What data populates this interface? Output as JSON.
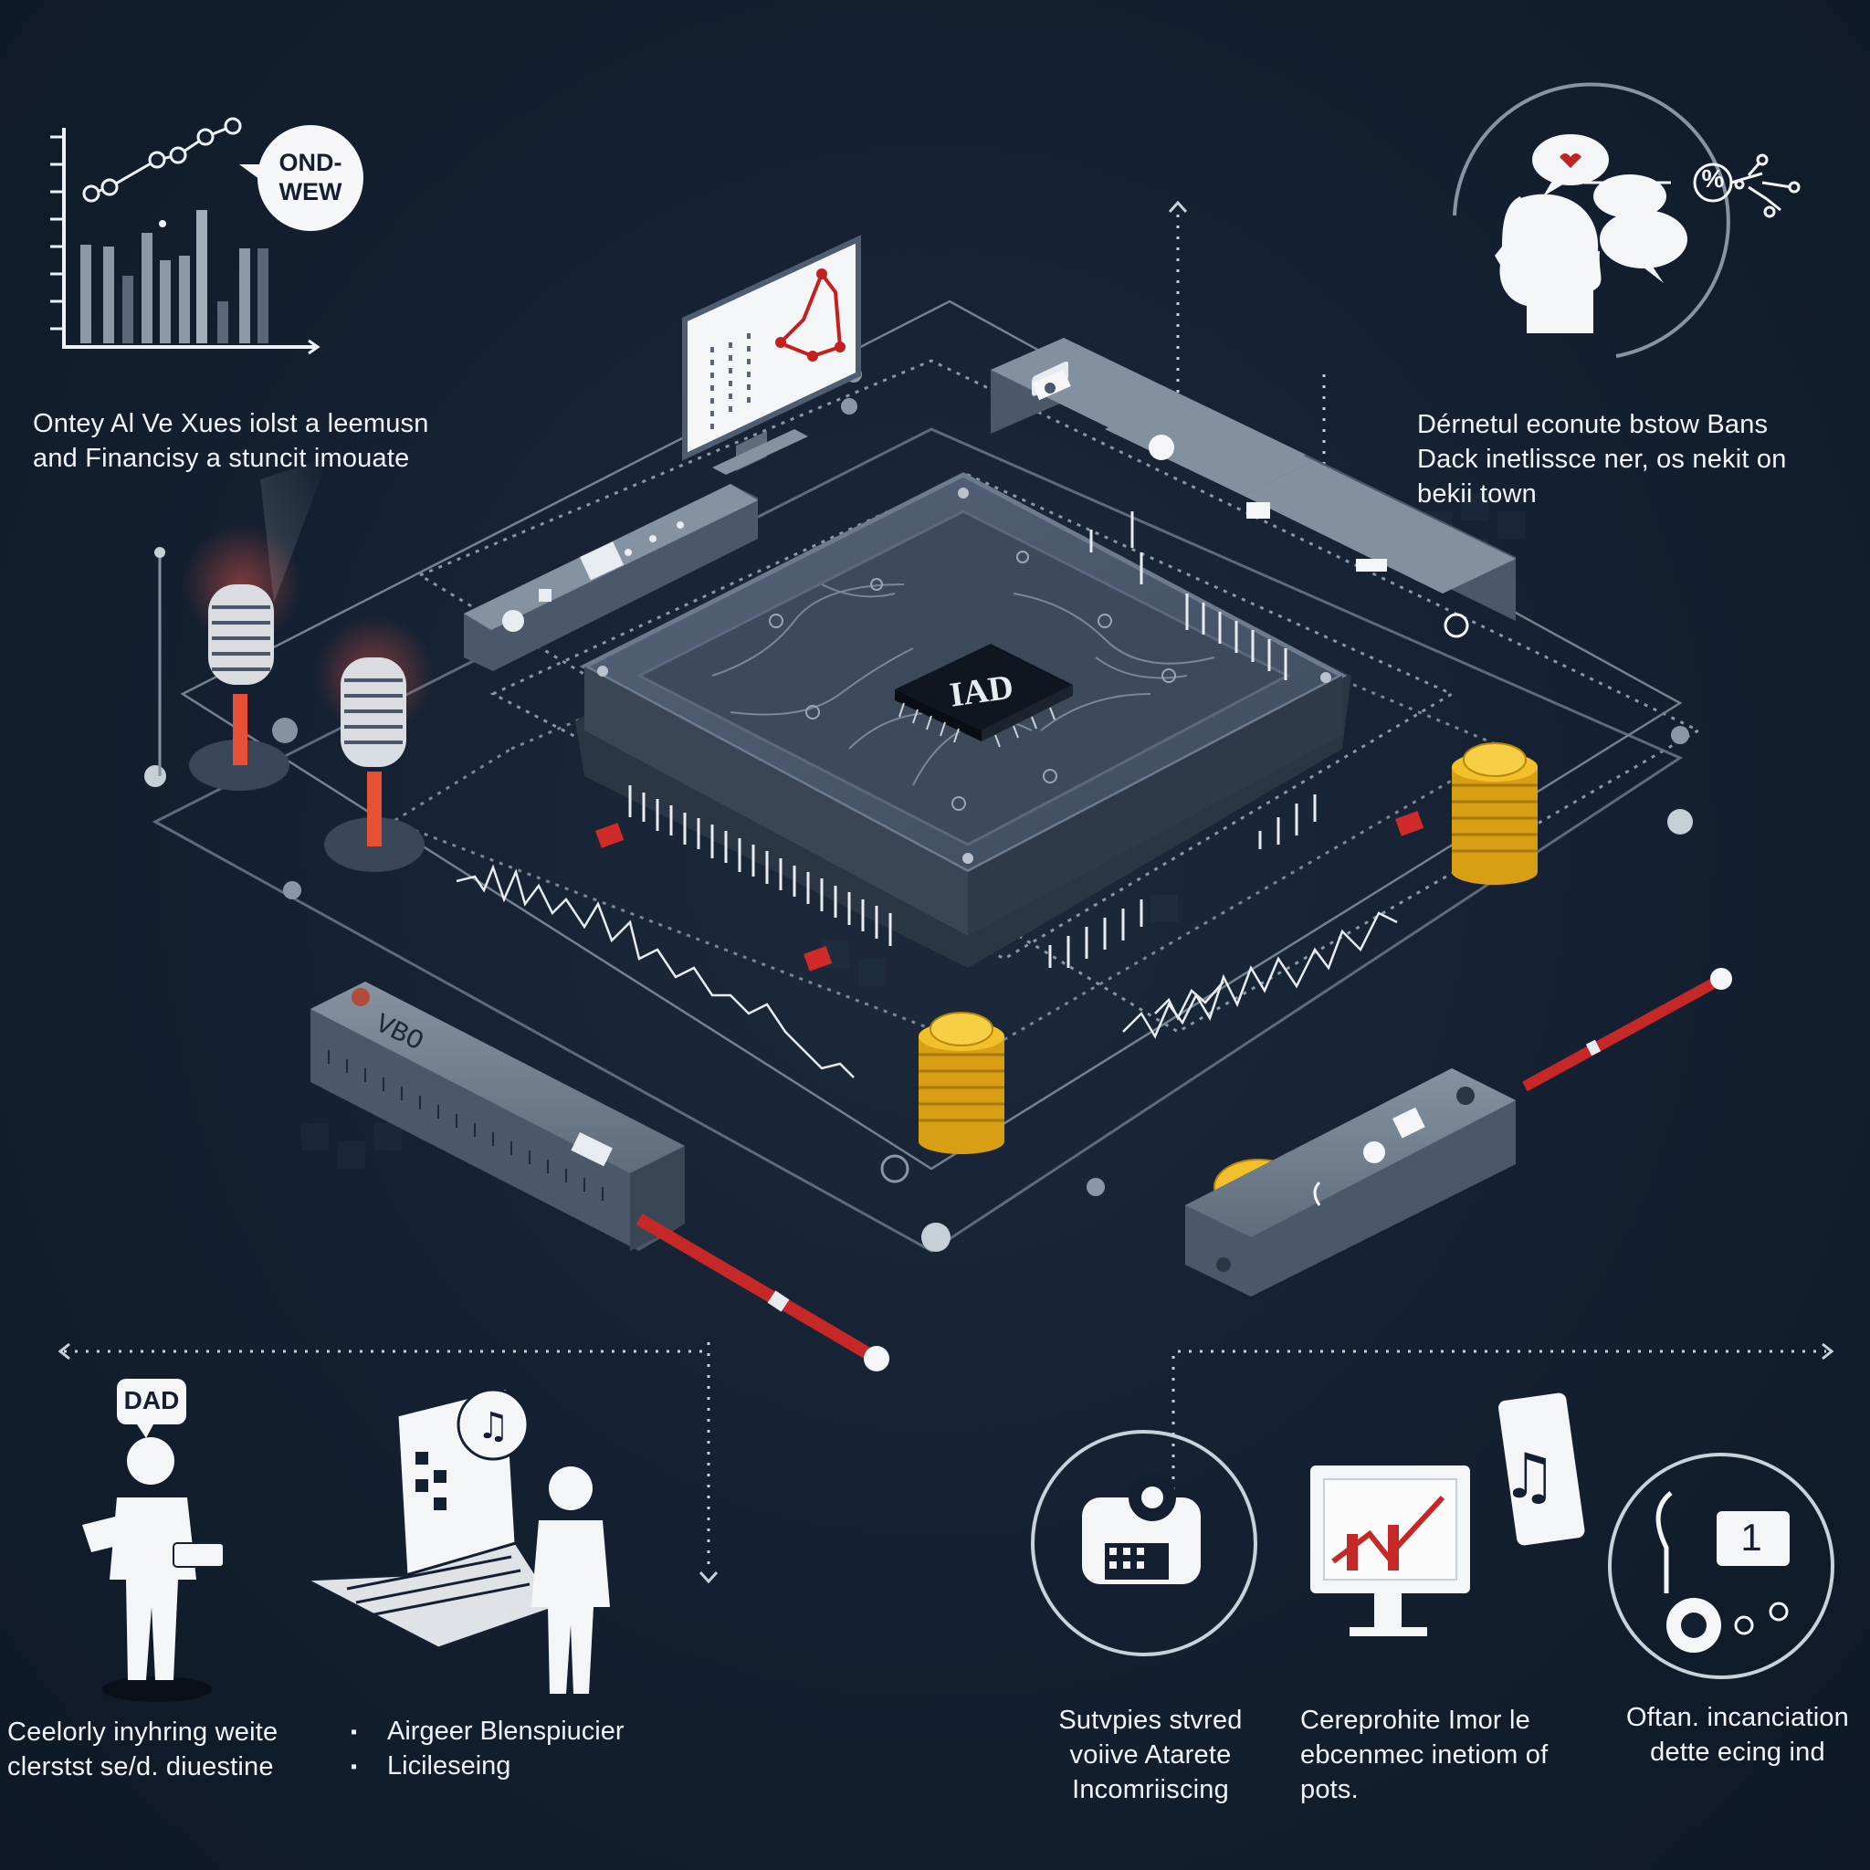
{
  "top_left": {
    "bubble": [
      "OND-",
      "WEW"
    ],
    "caption": [
      "Ontey Al Ve Xues  iolst a leemusn",
      "and Financisy a stuncit imouate"
    ]
  },
  "top_right": {
    "bubble_symbol": "%",
    "caption": [
      "Dérnetul econute bstow Bans",
      "Dack inetlissce ner, os nekit on",
      "bekii town"
    ]
  },
  "center": {
    "chip_label": "IAD",
    "rack_right_label": "VBO"
  },
  "bottom_left": {
    "person_bubble": "DAD",
    "caption": [
      "Ceelorly inyhring weite",
      "clerstst se/d. diuestine"
    ],
    "bullets": [
      "Airgeer Blenspiucier",
      "Licileseing"
    ]
  },
  "bottom_right": {
    "items": [
      {
        "caption": [
          "Sutvpies stvred",
          "voiive Atarete",
          "Incomriiscing"
        ]
      },
      {
        "caption": [
          "Cereprohite Imor le",
          "ebcenmec inetiom of",
          "pots."
        ]
      },
      {
        "caption": [
          "Oftan. incanciation",
          "dette ecing ind"
        ],
        "badge": "1"
      }
    ]
  },
  "colors": {
    "background": "#142031",
    "accent_red": "#d02a2a",
    "coin_gold": "#e9b21c",
    "panel_gray": "#6b7888",
    "line_gray": "#9aa6b4"
  }
}
